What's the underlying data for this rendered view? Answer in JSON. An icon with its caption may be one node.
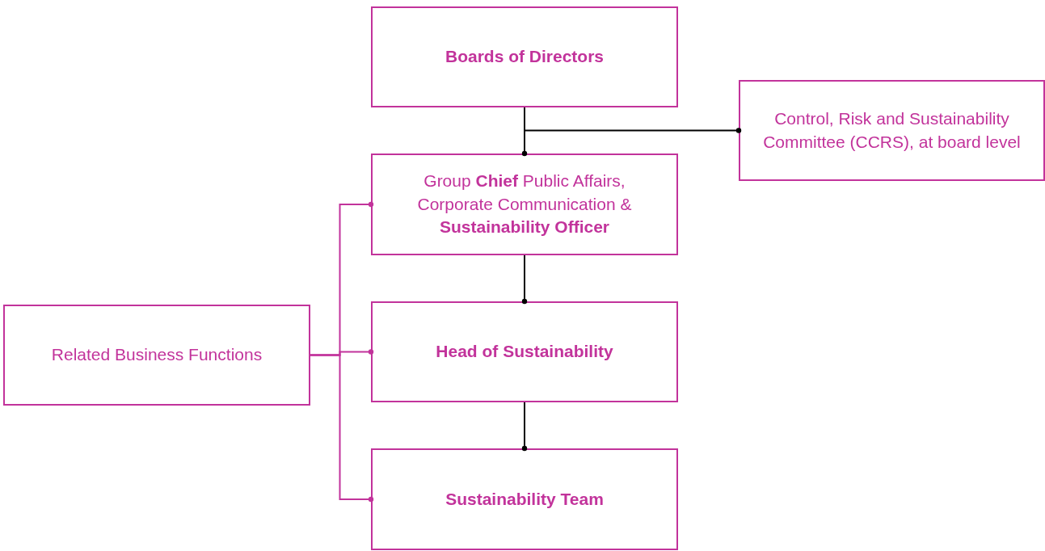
{
  "diagram": {
    "nodes": [
      {
        "text": [
          "Boards of Directors"
        ]
      },
      {
        "text": [
          "Control, Risk and Sustainability Committee (CCRS), at board level"
        ]
      },
      {
        "text": [
          "Group **Chief** Public Affairs, Corporate Communication & **Sustainability Officer**"
        ]
      },
      {
        "text": [
          "Related Business Functions"
        ]
      },
      {
        "text": [
          "Head of Sustainability"
        ]
      },
      {
        "text": [
          "Sustainability Team"
        ]
      }
    ],
    "edges": [
      {
        "from": 0,
        "to": 2,
        "arrow": "other"
      },
      {
        "from": 0,
        "to": 1,
        "arrow": "other"
      },
      {
        "from": 2,
        "to": 4,
        "arrow": "other"
      },
      {
        "from": 4,
        "to": 5,
        "arrow": "other"
      },
      {
        "from": 3,
        "to": 2,
        "arrow": "other",
        "color": "#c2339b"
      },
      {
        "from": 3,
        "to": 4,
        "arrow": "other",
        "color": "#c2339b"
      },
      {
        "from": 3,
        "to": 5,
        "arrow": "other",
        "color": "#c2339b"
      }
    ]
  }
}
